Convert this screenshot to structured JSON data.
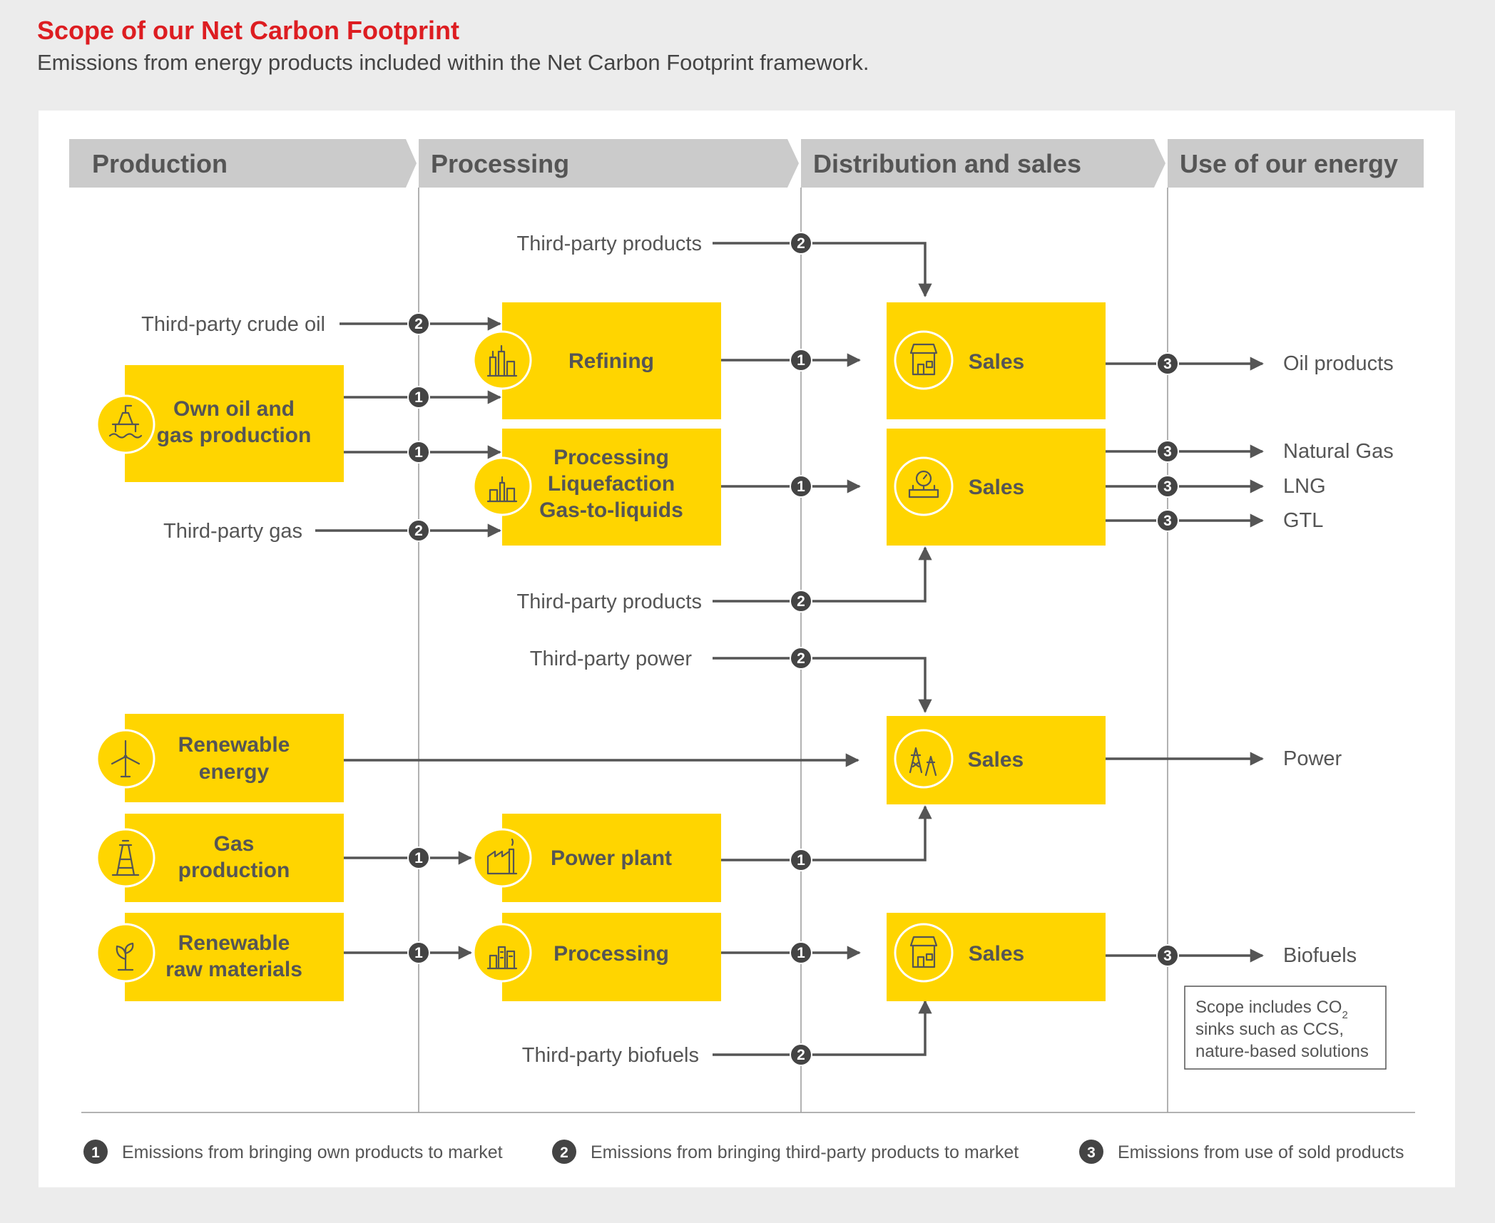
{
  "title": "Scope of our Net Carbon Footprint",
  "subtitle": "Emissions from energy products included within the Net Carbon Footprint framework.",
  "stages": [
    "Production",
    "Processing",
    "Distribution and sales",
    "Use of our energy"
  ],
  "boxes": {
    "own_oil_gas": [
      "Own oil and",
      "gas production"
    ],
    "renewable_energy": [
      "Renewable",
      "energy"
    ],
    "gas_production": [
      "Gas",
      "production"
    ],
    "renewable_raw": [
      "Renewable",
      "raw materials"
    ],
    "refining": [
      "Refining"
    ],
    "processing_lng": [
      "Processing",
      "Liquefaction",
      "Gas-to-liquids"
    ],
    "power_plant": [
      "Power plant"
    ],
    "processing_bio": [
      "Processing"
    ],
    "sales": "Sales"
  },
  "inputs": {
    "tp_products_top": "Third-party products",
    "tp_crude": "Third-party crude oil",
    "tp_gas": "Third-party gas",
    "tp_products_mid": "Third-party products",
    "tp_power": "Third-party power",
    "tp_biofuels": "Third-party biofuels"
  },
  "outputs": {
    "oil_products": "Oil products",
    "natural_gas": "Natural Gas",
    "lng": "LNG",
    "gtl": "GTL",
    "power": "Power",
    "biofuels": "Biofuels"
  },
  "note": {
    "line1": "Scope includes CO",
    "sub": "2",
    "line2": "sinks such as CCS,",
    "line3": "nature-based solutions"
  },
  "legend": [
    {
      "num": "1",
      "text": "Emissions from bringing own products to market"
    },
    {
      "num": "2",
      "text": "Emissions from bringing third-party products to market"
    },
    {
      "num": "3",
      "text": "Emissions from use of sold products"
    }
  ],
  "colors": {
    "title_red": "#dd1d21",
    "box_yellow": "#ffd500",
    "stage_grey": "#cbcbcb",
    "badge_dark": "#444444",
    "line_grey": "#555555"
  }
}
